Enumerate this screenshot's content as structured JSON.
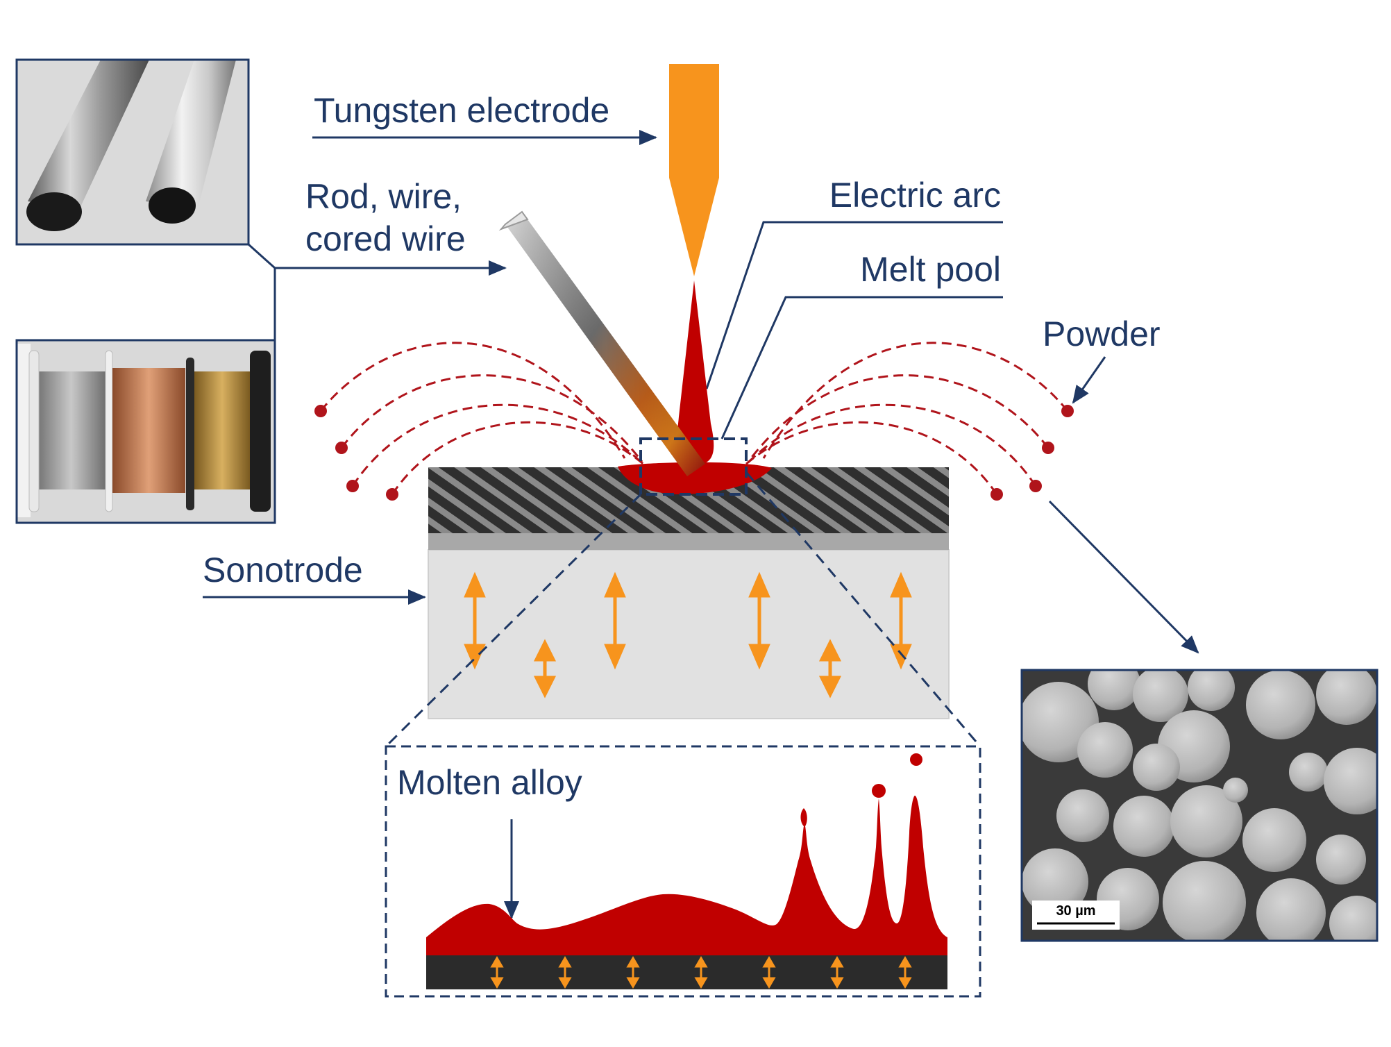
{
  "labels": {
    "tungsten": "Tungsten electrode",
    "rod_line1": "Rod, wire,",
    "rod_line2": "cored wire",
    "electric_arc": "Electric arc",
    "melt_pool": "Melt pool",
    "powder": "Powder",
    "sonotrode": "Sonotrode",
    "molten_alloy": "Molten alloy",
    "scale_bar": "30 µm"
  },
  "colors": {
    "navy": "#1f3864",
    "orange": "#f7941d",
    "red": "#c00000",
    "powder_dot": "#b0141b",
    "sonotrode_fill": "#e1e1e1",
    "substrate_dark": "#3b3b3b"
  },
  "photos": {
    "rods": "photo of two metal rods",
    "spools": "photo of wire spools",
    "sem": "SEM image of spherical powder particles"
  }
}
